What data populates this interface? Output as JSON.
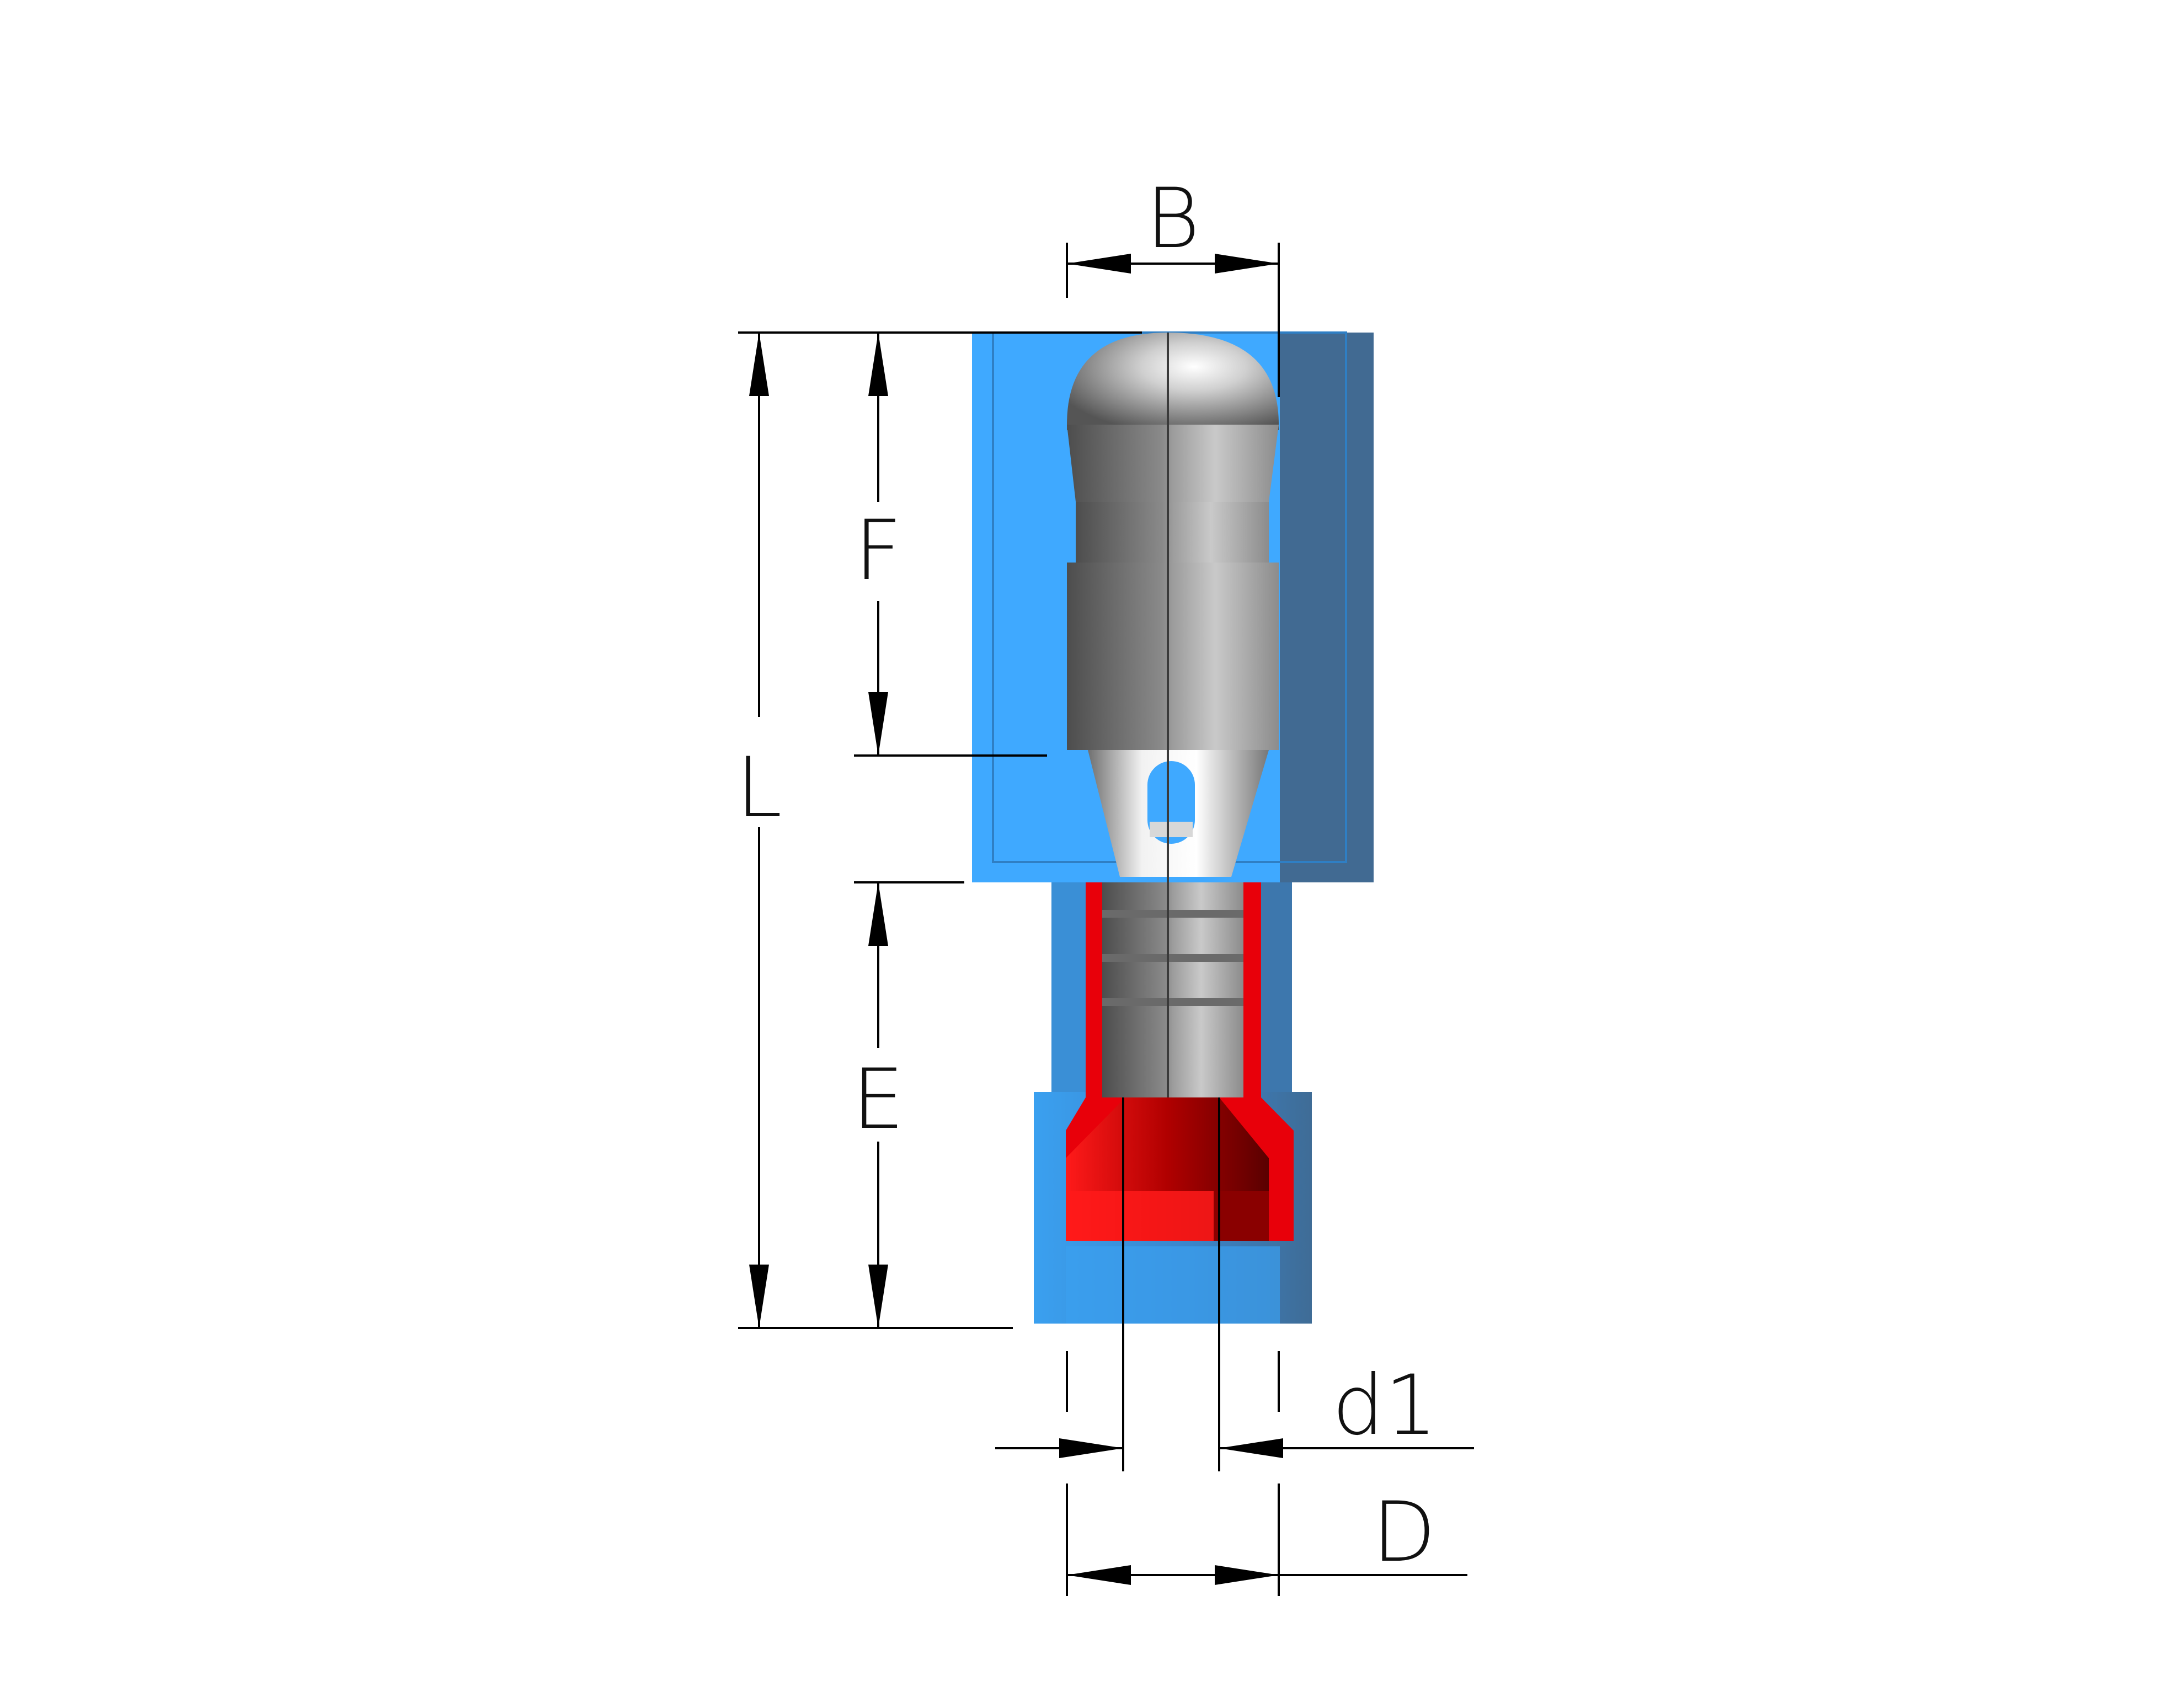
{
  "diagram": {
    "labels": {
      "B": "B",
      "F": "F",
      "L": "L",
      "E": "E",
      "d1": "d1",
      "D": "D"
    },
    "colors": {
      "insulation_light": "#3fa9ff",
      "insulation_mid": "#3a8fd6",
      "insulation_dark": "#416a92",
      "sleeve_red": "#e8000a",
      "sleeve_dark_red": "#7a0000",
      "metal_light": "#d8d8d8",
      "metal_dark": "#5a5a5a"
    }
  }
}
